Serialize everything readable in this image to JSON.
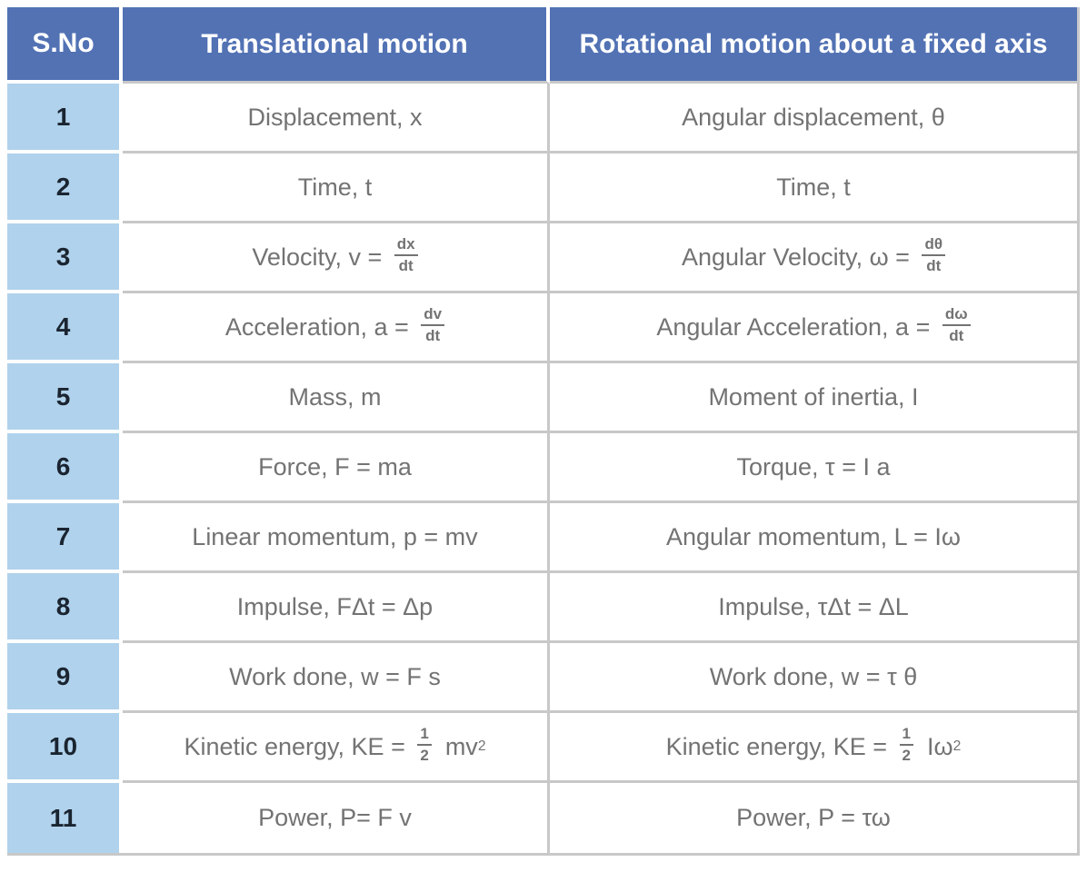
{
  "colors": {
    "header_bg": "#5272b4",
    "sno_bg": "#b0d2ec",
    "grid_line": "#c8c8c8",
    "body_text": "#737373",
    "sno_text": "#1a2430",
    "header_text": "#ffffff"
  },
  "table": {
    "headers": {
      "sno": "S.No",
      "translational": "Translational motion",
      "rotational": "Rotational motion about a fixed axis"
    },
    "rows": [
      {
        "no": "1",
        "left": {
          "text": "Displacement, x"
        },
        "right": {
          "text": "Angular displacement, θ"
        }
      },
      {
        "no": "2",
        "left": {
          "text": "Time, t"
        },
        "right": {
          "text": "Time, t"
        }
      },
      {
        "no": "3",
        "left": {
          "text": "Velocity, v = ",
          "frac": {
            "num": "dx",
            "den": "dt"
          }
        },
        "right": {
          "text": "Angular Velocity, ω = ",
          "frac": {
            "num": "dθ",
            "den": "dt"
          }
        }
      },
      {
        "no": "4",
        "left": {
          "text": "Acceleration, a = ",
          "frac": {
            "num": "dv",
            "den": "dt"
          }
        },
        "right": {
          "text": "Angular Acceleration, a = ",
          "frac": {
            "num": "dω",
            "den": "dt"
          }
        }
      },
      {
        "no": "5",
        "left": {
          "text": "Mass, m"
        },
        "right": {
          "text": "Moment of inertia, I"
        }
      },
      {
        "no": "6",
        "left": {
          "text": "Force, F = ma"
        },
        "right": {
          "text": "Torque, τ = I a"
        }
      },
      {
        "no": "7",
        "left": {
          "text": "Linear momentum, p = mv"
        },
        "right": {
          "text": "Angular momentum, L = Iω"
        }
      },
      {
        "no": "8",
        "left": {
          "text": "Impulse, FΔt = Δp"
        },
        "right": {
          "text": "Impulse, τΔt = ΔL"
        }
      },
      {
        "no": "9",
        "left": {
          "text": "Work done, w = F s"
        },
        "right": {
          "text": "Work done, w = τ θ"
        }
      },
      {
        "no": "10",
        "left": {
          "text": "Kinetic energy, KE = ",
          "frac": {
            "num": "1",
            "den": "2"
          },
          "after": "  mv",
          "sup": "2"
        },
        "right": {
          "text": "Kinetic energy, KE = ",
          "frac": {
            "num": "1",
            "den": "2"
          },
          "after": "  Iω",
          "sup": "2"
        }
      },
      {
        "no": "11",
        "left": {
          "text": "Power, P= F v"
        },
        "right": {
          "text": "Power, P = τω"
        }
      }
    ]
  }
}
